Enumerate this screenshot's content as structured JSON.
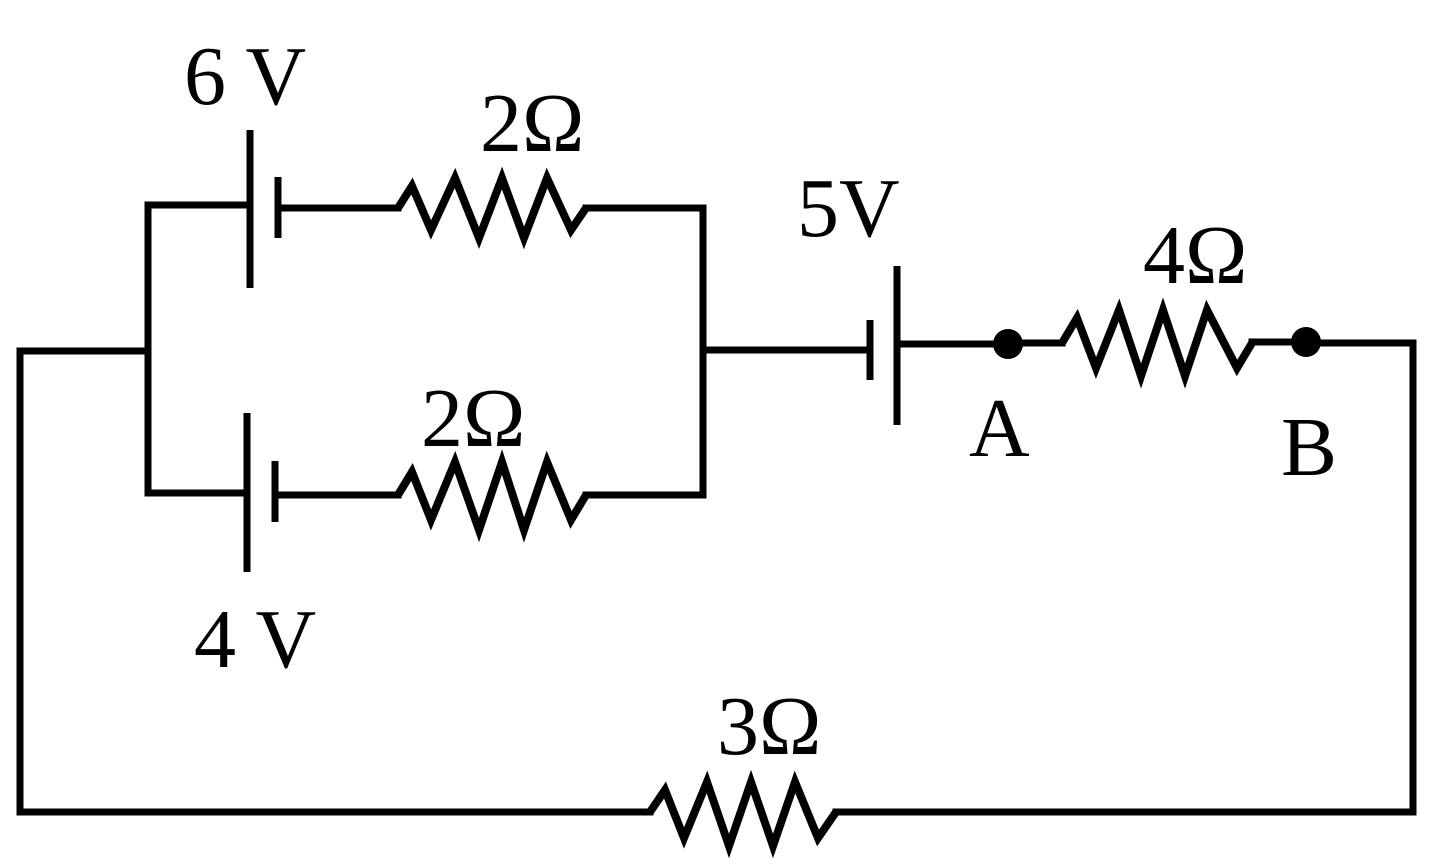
{
  "diagram": {
    "type": "circuit",
    "colors": {
      "line": "#000000",
      "background": "#ffffff"
    },
    "components": {
      "battery_top": {
        "label": "6 V",
        "emf_volts": 6
      },
      "resistor_top": {
        "label": "2Ω",
        "ohms": 2
      },
      "battery_bottom": {
        "label": "4 V",
        "emf_volts": 4
      },
      "resistor_bottom": {
        "label": "2Ω",
        "ohms": 2
      },
      "battery_series": {
        "label": "5V",
        "emf_volts": 5
      },
      "resistor_ab": {
        "label": "4Ω",
        "ohms": 4
      },
      "resistor_return": {
        "label": "3Ω",
        "ohms": 3
      }
    },
    "nodes": {
      "a": {
        "label": "A"
      },
      "b": {
        "label": "B"
      }
    }
  }
}
